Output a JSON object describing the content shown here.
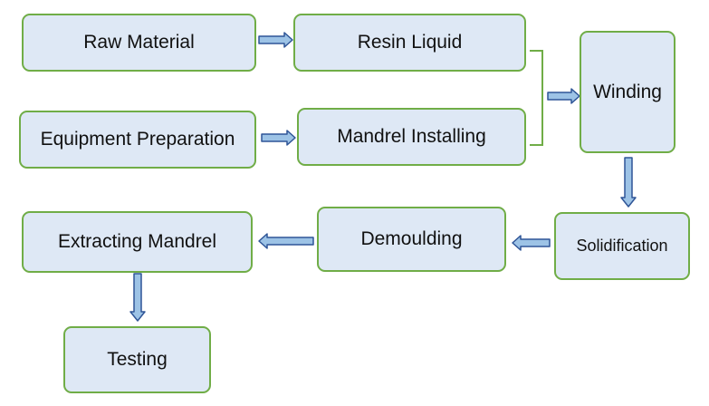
{
  "diagram": {
    "nodes": {
      "raw_material": "Raw Material",
      "resin_liquid": "Resin Liquid",
      "equipment_preparation": "Equipment Preparation",
      "mandrel_installing": "Mandrel Installing",
      "winding": "Winding",
      "solidification": "Solidification",
      "demoulding": "Demoulding",
      "extracting_mandrel": "Extracting Mandrel",
      "testing": "Testing"
    },
    "colors": {
      "node_fill": "#dee8f5",
      "node_border": "#70ad47",
      "arrow_fill": "#9dc3e6",
      "arrow_stroke": "#2f5597"
    }
  }
}
